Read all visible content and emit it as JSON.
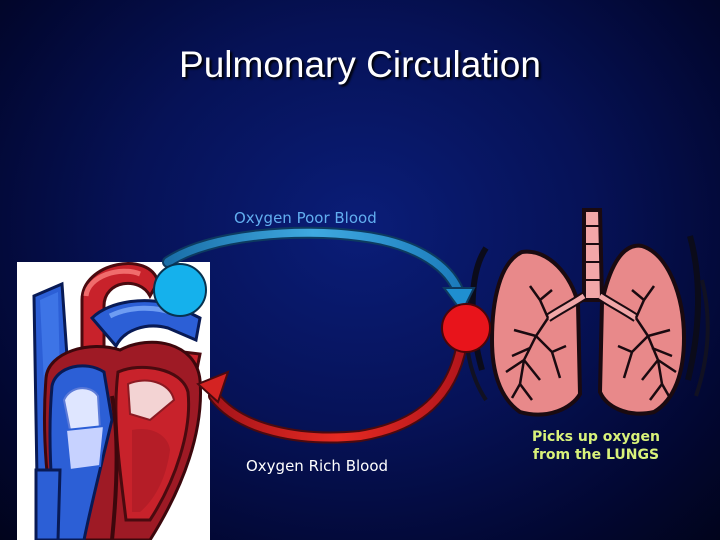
{
  "slide": {
    "title": "Pulmonary Circulation",
    "label_oxygen_poor": "Oxygen Poor Blood",
    "label_oxygen_rich": "Oxygen Rich Blood",
    "label_picks_up_line1": "Picks up oxygen",
    "label_picks_up_line2": "from the LUNGS"
  },
  "colors": {
    "oxygen_poor": "#1faee8",
    "oxygen_rich": "#e31e24",
    "label_blue": "#62aef0",
    "label_green": "#d9f27a",
    "lung_pink": "#e8898a",
    "heart_red": "#c8222b",
    "heart_blue": "#2c5fd6"
  },
  "icons": [
    "heart-illustration",
    "lungs-illustration"
  ]
}
